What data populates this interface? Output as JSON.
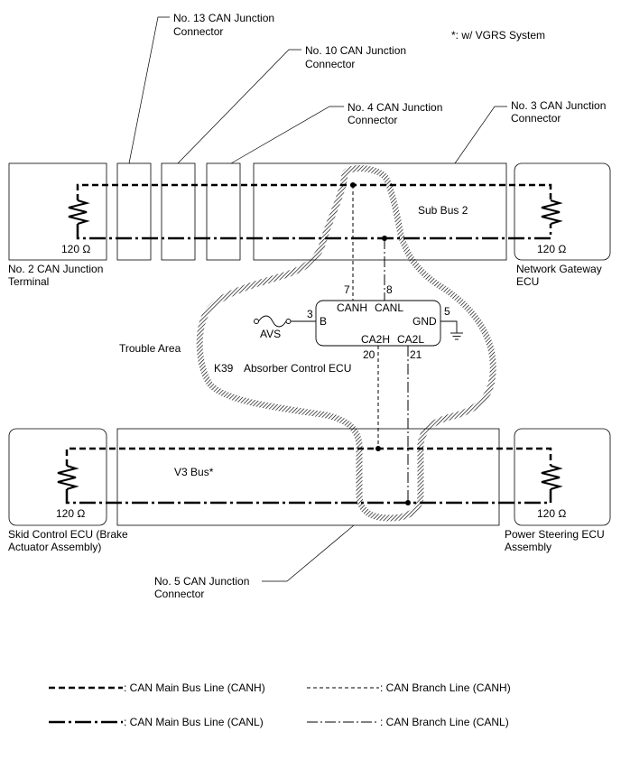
{
  "note": "*: w/ VGRS System",
  "connectors": {
    "no13": {
      "line1": "No. 13 CAN Junction",
      "line2": "Connector"
    },
    "no10": {
      "line1": "No. 10 CAN Junction",
      "line2": "Connector"
    },
    "no4": {
      "line1": "No. 4 CAN Junction",
      "line2": "Connector"
    },
    "no3": {
      "line1": "No. 3 CAN Junction",
      "line2": "Connector"
    },
    "no5": {
      "line1": "No. 5 CAN Junction",
      "line2": "Connector"
    }
  },
  "buses": {
    "sub_bus": "Sub Bus 2",
    "v3_bus": "V3 Bus*"
  },
  "resistance": "120 Ω",
  "components": {
    "no2_terminal": {
      "line1": "No. 2 CAN Junction",
      "line2": "Terminal"
    },
    "network_gateway": {
      "line1": "Network Gateway",
      "line2": "ECU"
    },
    "skid_control": {
      "line1": "Skid Control ECU (Brake",
      "line2": "Actuator Assembly)"
    },
    "power_steering": {
      "line1": "Power Steering ECU",
      "line2": "Assembly"
    }
  },
  "ecu": {
    "code": "K39",
    "name": "Absorber Control ECU",
    "pins": {
      "canh": {
        "label": "CANH",
        "number": "7"
      },
      "canl": {
        "label": "CANL",
        "number": "8"
      },
      "b": {
        "label": "B",
        "number": "3"
      },
      "gnd": {
        "label": "GND",
        "number": "5"
      },
      "ca2h": {
        "label": "CA2H",
        "number": "20"
      },
      "ca2l": {
        "label": "CA2L",
        "number": "21"
      }
    },
    "power": "AVS"
  },
  "trouble_area": "Trouble Area",
  "legend": {
    "main_canh": ": CAN Main Bus Line (CANH)",
    "branch_canh": ": CAN Branch Line (CANH)",
    "main_canl": ": CAN Main Bus Line (CANL)",
    "branch_canl": ": CAN Branch Line (CANL)"
  }
}
